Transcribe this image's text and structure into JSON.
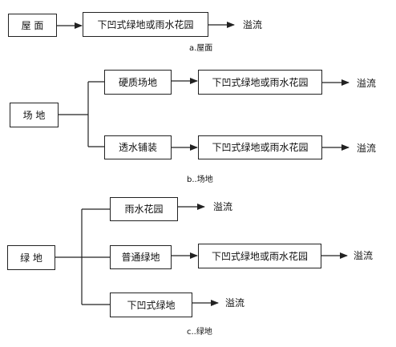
{
  "a": {
    "source": "屋 面",
    "target": "下凹式绿地或雨水花园",
    "result": "溢流",
    "caption": "a.屋面"
  },
  "b": {
    "source": "场 地",
    "branch1": {
      "label": "硬质场地",
      "target": "下凹式绿地或雨水花园",
      "result": "溢流"
    },
    "branch2": {
      "label": "透水铺装",
      "target": "下凹式绿地或雨水花园",
      "result": "溢流"
    },
    "caption": "b..场地"
  },
  "c": {
    "source": "绿 地",
    "branch1": {
      "label": "雨水花园",
      "result": "溢流"
    },
    "branch2": {
      "label": "普通绿地",
      "target": "下凹式绿地或雨水花园",
      "result": "溢流"
    },
    "branch3": {
      "label": "下凹式绿地",
      "result": "溢流"
    },
    "caption": "c..绿地"
  }
}
